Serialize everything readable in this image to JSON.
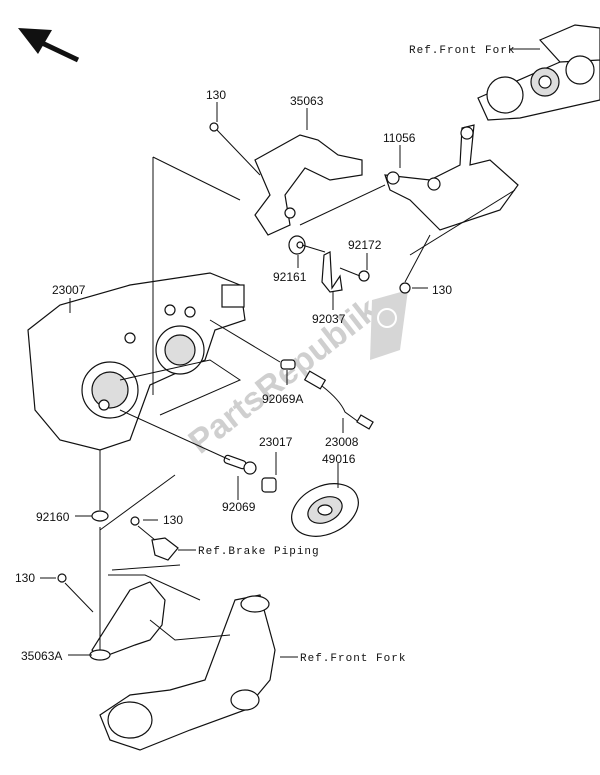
{
  "diagram": {
    "title": "Headlight parts diagram",
    "watermark": "PartsRepublik",
    "direction_arrow": "front-direction-arrow",
    "part_labels": [
      {
        "id": "p130a",
        "text": "130"
      },
      {
        "id": "p35063",
        "text": "35063"
      },
      {
        "id": "p11056",
        "text": "11056"
      },
      {
        "id": "p92172",
        "text": "92172"
      },
      {
        "id": "p92161",
        "text": "92161"
      },
      {
        "id": "p130b",
        "text": "130"
      },
      {
        "id": "p92037",
        "text": "92037"
      },
      {
        "id": "p23007",
        "text": "23007"
      },
      {
        "id": "p92069A",
        "text": "92069A"
      },
      {
        "id": "p23017",
        "text": "23017"
      },
      {
        "id": "p23008",
        "text": "23008"
      },
      {
        "id": "p49016",
        "text": "49016"
      },
      {
        "id": "p92069",
        "text": "92069"
      },
      {
        "id": "p92160",
        "text": "92160"
      },
      {
        "id": "p130c",
        "text": "130"
      },
      {
        "id": "p130d",
        "text": "130"
      },
      {
        "id": "p35063A",
        "text": "35063A"
      }
    ],
    "references": [
      {
        "id": "ref_fork_top",
        "text": "Ref.Front Fork"
      },
      {
        "id": "ref_brake",
        "text": "Ref.Brake Piping"
      },
      {
        "id": "ref_fork_bottom",
        "text": "Ref.Front Fork"
      }
    ]
  }
}
